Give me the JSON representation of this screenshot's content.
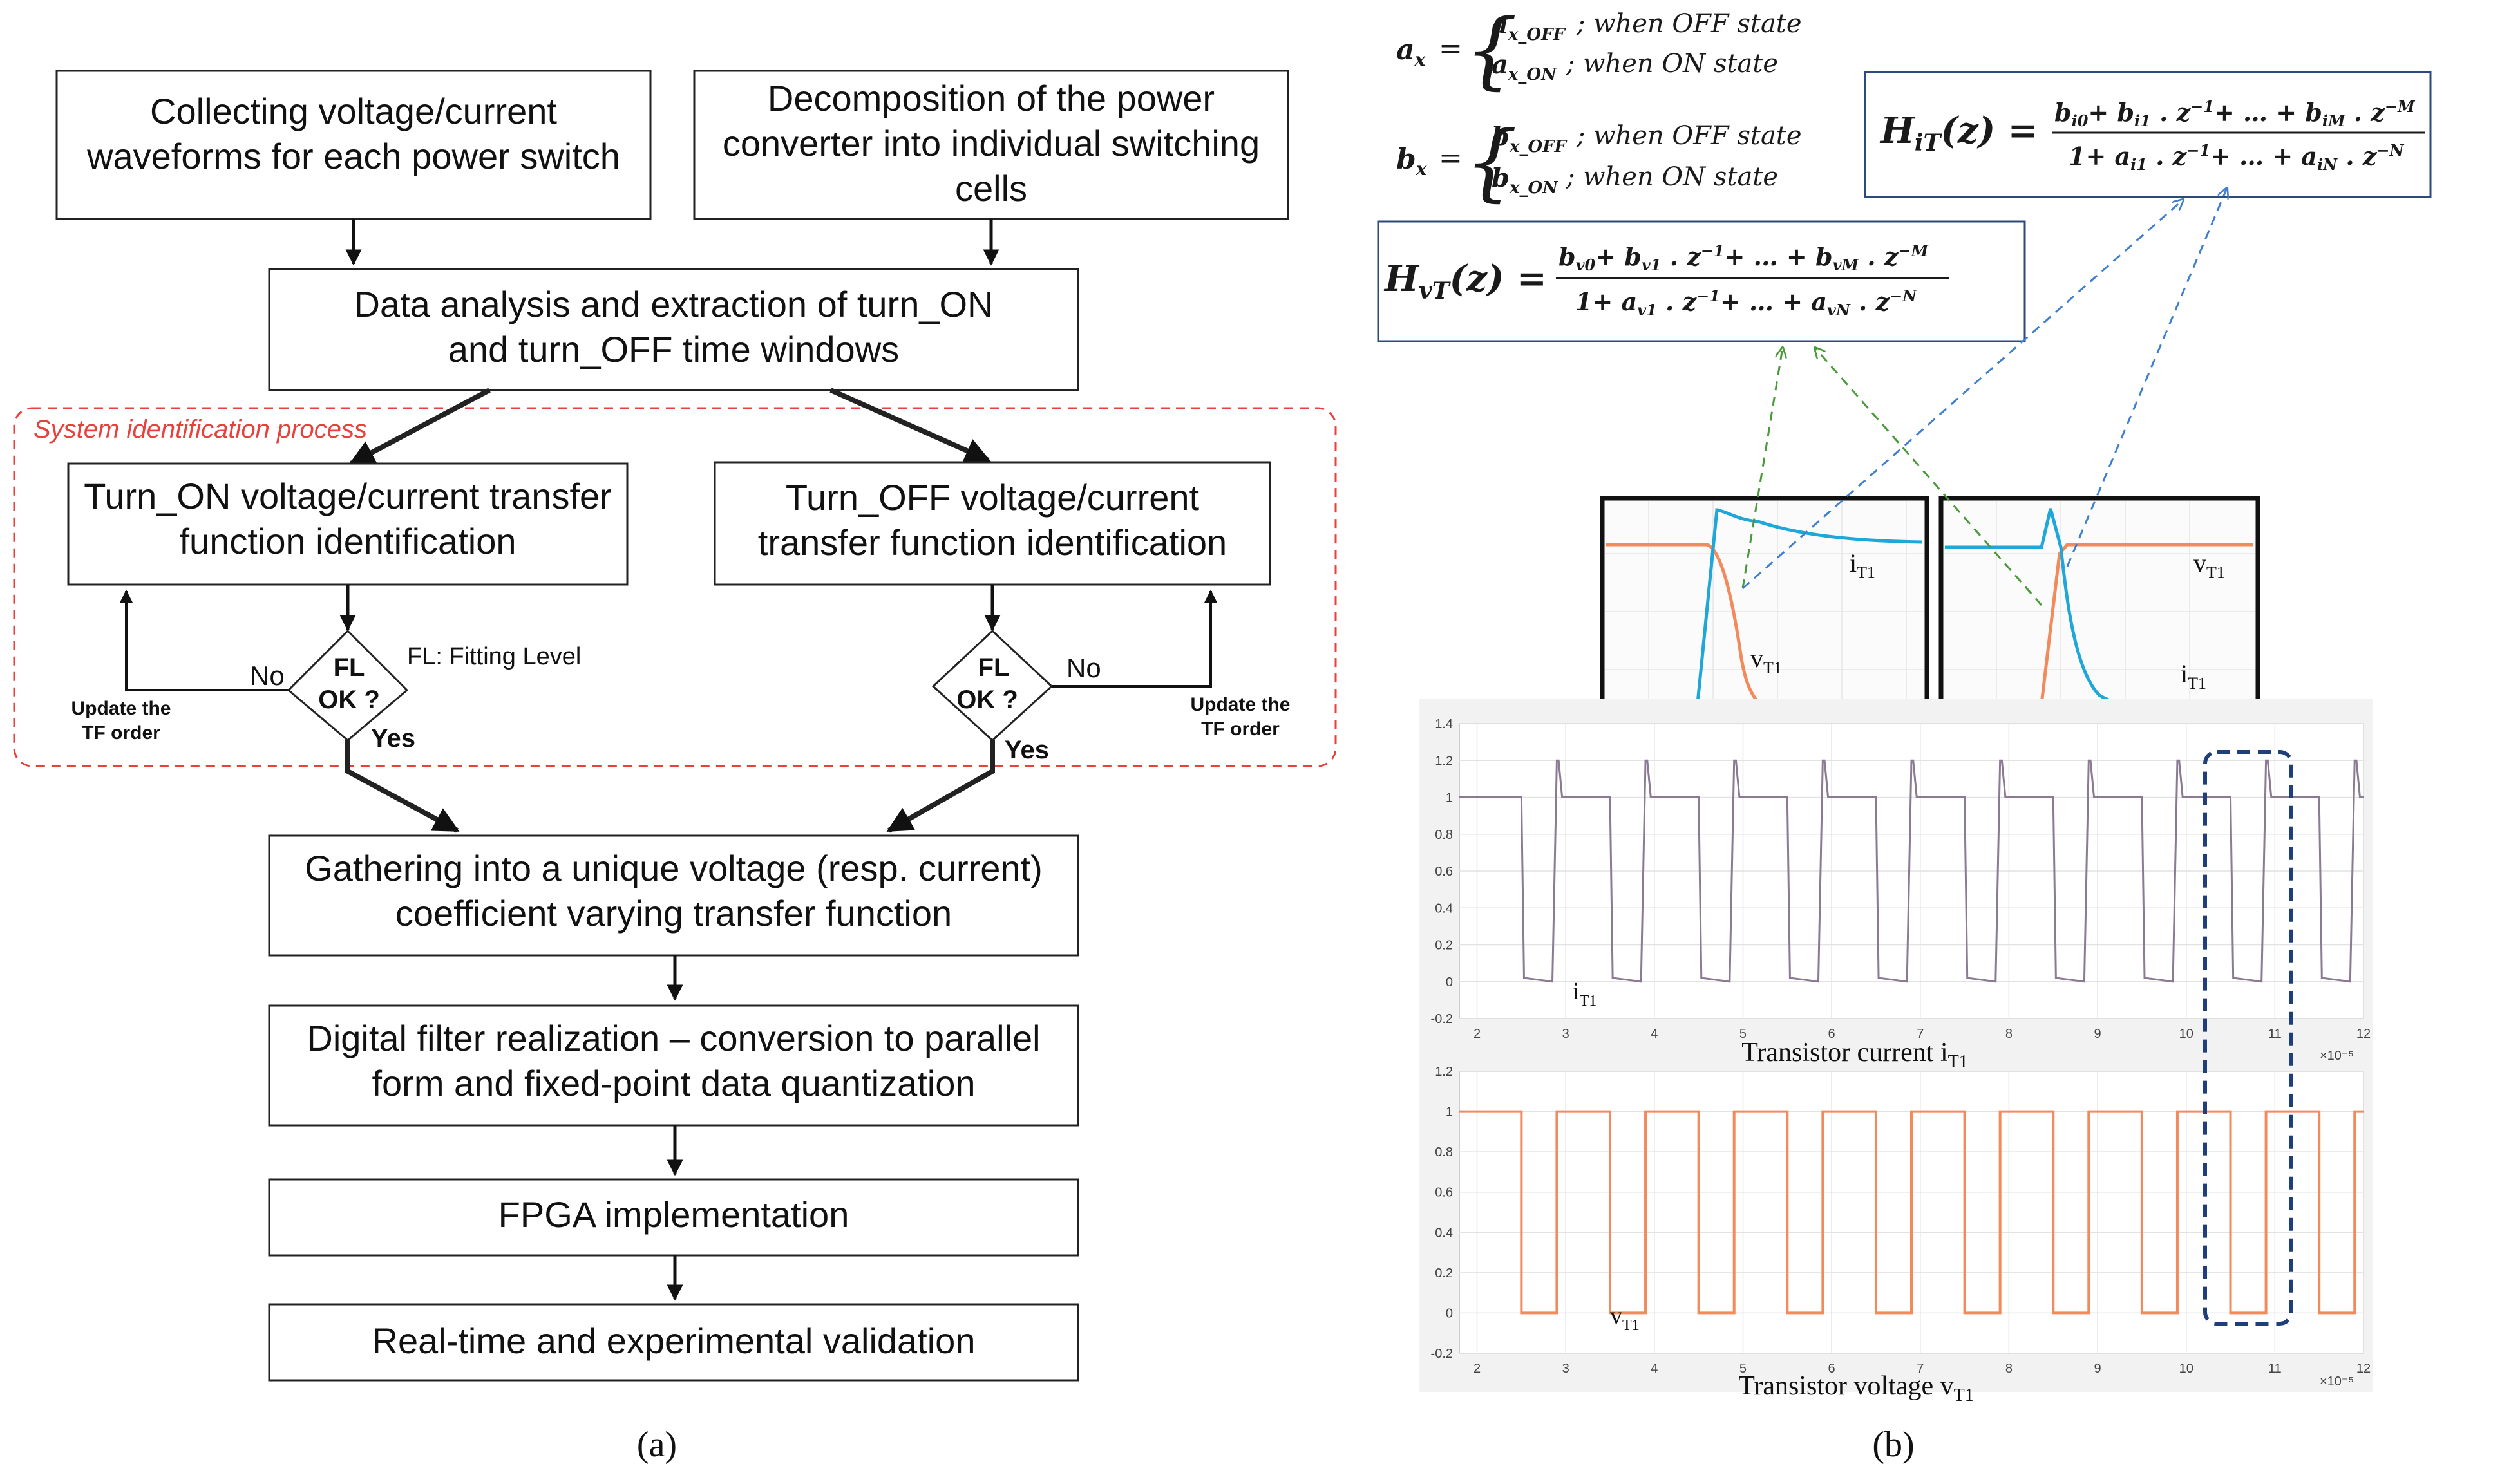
{
  "flowchart": {
    "box_collect": [
      "Collecting voltage/current",
      "waveforms for each power switch"
    ],
    "box_decompose": [
      "Decomposition of the power",
      "converter into individual switching",
      "cells"
    ],
    "box_analysis": [
      "Data analysis and extraction of turn_ON",
      "and turn_OFF time windows"
    ],
    "sysid_label": "System identification process",
    "box_turn_on": [
      "Turn_ON voltage/current transfer",
      "function identification"
    ],
    "box_turn_off": [
      "Turn_OFF voltage/current",
      "transfer function identification"
    ],
    "decision_left": [
      "FL",
      "OK ?"
    ],
    "decision_right": [
      "FL",
      "OK ?"
    ],
    "fl_note": "FL: Fitting Level",
    "no_label": "No",
    "yes_label": "Yes",
    "update_left": [
      "Update the",
      "TF order"
    ],
    "update_right": [
      "Update the",
      "TF order"
    ],
    "box_gather": [
      "Gathering into a unique voltage (resp. current)",
      "coefficient varying transfer function"
    ],
    "box_filter": [
      "Digital filter realization – conversion to parallel",
      "form and fixed-point data quantization"
    ],
    "box_fpga": "FPGA implementation",
    "box_validation": "Real-time and experimental validation",
    "caption": "(a)"
  },
  "panel_b": {
    "caption": "(b)",
    "ax_def": {
      "lhs": "a",
      "sub": "x",
      "off": "a",
      "off_sub": "x_OFF",
      "off_text": "; when OFF state",
      "on": "a",
      "on_sub": "x_ON",
      "on_text": "; when ON state"
    },
    "bx_def": {
      "lhs": "b",
      "sub": "x",
      "off": "b",
      "off_sub": "x_OFF",
      "off_text": "; when OFF state",
      "on": "b",
      "on_sub": "x_ON",
      "on_text": "; when ON state"
    },
    "hit_lhs": "H",
    "hit_sub": "iT",
    "hit_arg": "(z) =",
    "hit_num": "bᵢ₀+ bᵢ₁ . z⁻¹+ … + bᵢₘ . z⁻ᴹ",
    "hit_num_parts": [
      "b",
      "i0",
      "+ b",
      "i1",
      " . z",
      "−1",
      "+ … + b",
      "iM",
      " . z",
      "−M"
    ],
    "hit_den_parts": [
      "1+ a",
      "i1",
      " . z",
      "−1",
      "+ … + a",
      "iN",
      " . z",
      "−N"
    ],
    "hvt_lhs": "H",
    "hvt_sub": "vT",
    "hvt_arg": "(z) =",
    "hvt_num_parts": [
      "b",
      "v0",
      "+ b",
      "v1",
      " . z",
      "−1",
      "+ … + b",
      "vM",
      " . z",
      "−M"
    ],
    "hvt_den_parts": [
      "1+ a",
      "v1",
      " . z",
      "−1",
      "+ … + a",
      "vN",
      " . z",
      "−N"
    ],
    "zoom_left_labels": {
      "i": "i",
      "i_sub": "T1",
      "v": "v",
      "v_sub": "T1"
    },
    "zoom_right_labels": {
      "v": "v",
      "v_sub": "T1",
      "i": "i",
      "i_sub": "T1"
    },
    "colors": {
      "current": "#1ea7d8",
      "voltage": "#f28a5c",
      "current_main": "#8c7a94",
      "dash_green": "#4a9a3a",
      "dash_blue": "#3f7fcf",
      "box_border": "#2c4a7c",
      "sysid_red": "#e8413c",
      "highlight": "#1f3f7a"
    }
  },
  "chart_data": [
    {
      "type": "line",
      "title": "Transistor current i_T1",
      "xlabel": "Transistor current i",
      "xlabel_sub": "T1",
      "series_label": "i",
      "series_label_sub": "T1",
      "x_multiplier": "×10⁻⁵",
      "xlim": [
        1.8,
        12
      ],
      "ylim": [
        -0.2,
        1.4
      ],
      "xticks": [
        "2",
        "3",
        "4",
        "5",
        "6",
        "7",
        "8",
        "9",
        "10",
        "11",
        "12"
      ],
      "yticks": [
        "-0.2",
        "0",
        "0.2",
        "0.4",
        "0.6",
        "0.8",
        "1",
        "1.2",
        "1.4"
      ],
      "period": 1.0,
      "on_level": 1.0,
      "off_level": 0.0,
      "spike_level": 1.2,
      "pulse_starts": [
        1.9,
        2.9,
        3.9,
        4.9,
        5.9,
        6.9,
        7.9,
        8.9,
        9.9,
        10.9,
        11.9
      ],
      "on_duration": 0.6,
      "grid": true
    },
    {
      "type": "line",
      "title": "Transistor voltage v_T1",
      "xlabel": "Transistor voltage v",
      "xlabel_sub": "T1",
      "series_label": "v",
      "series_label_sub": "T1",
      "x_multiplier": "×10⁻⁵",
      "xlim": [
        1.8,
        12
      ],
      "ylim": [
        -0.2,
        1.2
      ],
      "xticks": [
        "2",
        "3",
        "4",
        "5",
        "6",
        "7",
        "8",
        "9",
        "10",
        "11",
        "12"
      ],
      "yticks": [
        "-0.2",
        "0",
        "0.2",
        "0.4",
        "0.6",
        "0.8",
        "1",
        "1.2"
      ],
      "period": 1.0,
      "on_level": 0.0,
      "off_level": 1.0,
      "low_starts": [
        2.5,
        3.5,
        4.5,
        5.5,
        6.5,
        7.5,
        8.5,
        9.5,
        10.5,
        11.5
      ],
      "low_duration": 0.4,
      "grid": true
    }
  ]
}
